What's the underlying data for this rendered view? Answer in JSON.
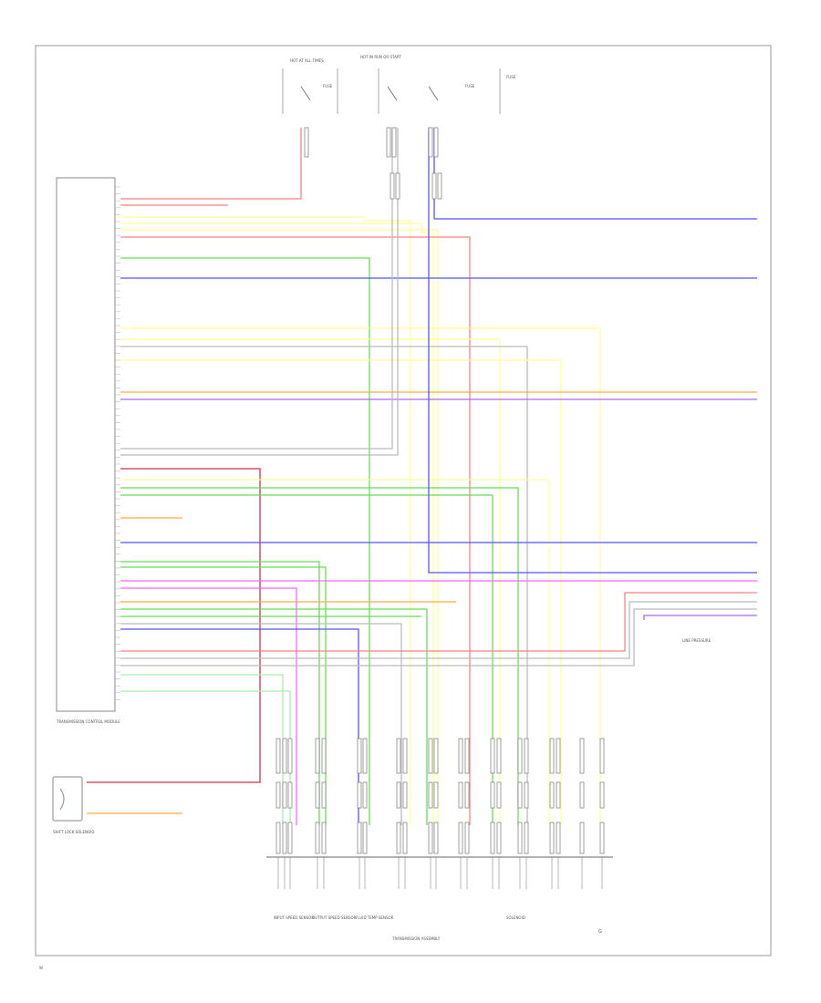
{
  "colors": {
    "red": "#ff8080",
    "blue": "#5555ff",
    "yellow": "#ffff99",
    "green": "#66dd55",
    "orange": "#ffaa44",
    "violet": "#aa66ff",
    "magenta": "#ff66ff",
    "gray": "#bbbbbb",
    "brown": "#aa7744",
    "black": "#333333",
    "darkred": "#cc3344",
    "lightgreen": "#aaeeaa"
  },
  "labels": {
    "top_relay_1": "HOT AT ALL TIMES",
    "top_relay_2": "HOT IN RUN OR START",
    "top_fuse_a": "FUSE",
    "top_fuse_b": "FUSE",
    "top_fuse_c": "FUSE",
    "tcm": "TRANSMISSION CONTROL MODULE",
    "shift_lock": "SHIFT LOCK SOLENOID",
    "ground_note": "G",
    "sensor_1": "INPUT SPEED SENSOR",
    "sensor_2": "OUTPUT SPEED SENSOR",
    "sensor_3": "FLUID TEMP SENSOR",
    "solenoid_group": "SOLENOID",
    "trans_assembly": "TRANSMISSION ASSEMBLY",
    "right_note": "LINE PRESSURE",
    "footer": "W"
  }
}
